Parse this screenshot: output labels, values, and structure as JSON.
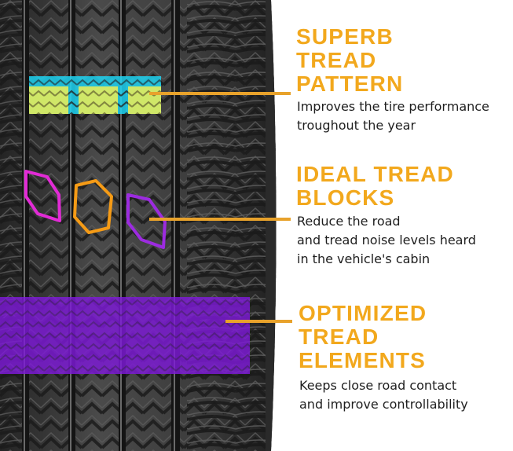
{
  "colors": {
    "accent": "#F2A81D",
    "leader": "#E8A22B",
    "text": "#1e1e1e",
    "tire_dark": "#3a3a3a",
    "highlight_cyan": "#1ED3F2",
    "highlight_yellow": "#EEEE55",
    "highlight_magenta": "#E22BD6",
    "highlight_orange": "#F59B16",
    "highlight_purple": "#7E1AD8"
  },
  "features": [
    {
      "heading_lines": [
        "SUPERB",
        "TREAD",
        "PATTERN"
      ],
      "description_lines": [
        "Improves the tire performance",
        "troughout the year"
      ],
      "highlight_icon": "cyan-yellow-tread-highlight"
    },
    {
      "heading_lines": [
        "IDEAL TREAD",
        "BLOCKS"
      ],
      "description_lines": [
        "Reduce the road",
        "and tread noise levels heard",
        "in the vehicle's cabin"
      ],
      "highlight_icon": "outlined-tread-block-highlight"
    },
    {
      "heading_lines": [
        "OPTIMIZED",
        "TREAD",
        "ELEMENTS"
      ],
      "description_lines": [
        "Keeps close road contact",
        "and improve controllability"
      ],
      "highlight_icon": "purple-tread-band-highlight"
    }
  ]
}
